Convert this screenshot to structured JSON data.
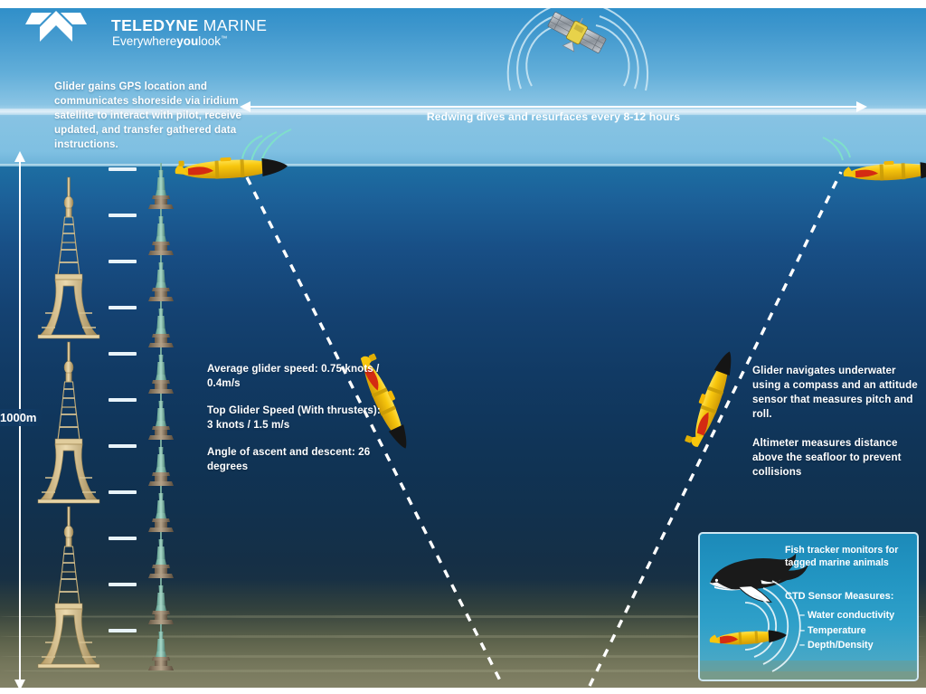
{
  "brand": {
    "logo_icon": "teledyne-chevron-logo",
    "name_part1": "TELEDYNE",
    "name_part2": " MARINE",
    "tagline_1": "Everywhere",
    "tagline_2": "you",
    "tagline_3": "look",
    "tagline_tm": "™"
  },
  "annotations": {
    "gps_text": "Glider gains GPS location and communicates shoreside via iridium satellite to interact with pilot, receive updated, and transfer gathered data instructions.",
    "cycle_label": "Redwing dives and resurfaces every 8-12 hours",
    "depth_label": "1000m",
    "speed_avg": "Average glider speed: 0.75 knots / 0.4m/s",
    "speed_top": "Top Glider Speed (With thrusters): 3 knots / 1.5 m/s",
    "angle": "Angle of ascent and descent: 26 degrees",
    "nav_text": "Glider navigates underwater using a compass and an attitude sensor that measures pitch and roll.",
    "altimeter_text": "Altimeter measures distance above the seafloor to prevent collisions"
  },
  "inset": {
    "fish_tracker": "Fish tracker monitors for tagged marine animals",
    "ctd_heading": "CTD Sensor Measures:",
    "ctd_items": [
      "– Water conductivity",
      "– Temperature",
      "– Depth/Density"
    ],
    "whale_icon": "humpback-whale-icon",
    "glider_icon": "glider-icon",
    "signal_icon": "acoustic-signal-icon"
  },
  "scene": {
    "satellite_icon": "satellite-icon",
    "satellite_signal_icon": "satellite-signal-icon",
    "glider_surface_left_icon": "glider-surfaced-icon",
    "glider_surface_right_icon": "glider-surfaced-icon",
    "glider_descending_icon": "glider-descending-icon",
    "glider_ascending_icon": "glider-ascending-icon",
    "eiffel_tower_icon": "eiffel-tower-icon",
    "statue_of_liberty_icon": "statue-of-liberty-icon",
    "eiffel_tower_count": 3,
    "statue_count": 11,
    "tick_count": 11,
    "dive_path_icon": "dashed-dive-path"
  },
  "colors": {
    "sky_top": "#2f8fc9",
    "sky_bottom": "#7fc0e2",
    "sea_top": "#1d6fa3",
    "sea_deep": "#103457",
    "seafloor": "#84836 7",
    "glider_body": "#f5c40b",
    "glider_nose": "#1a1a1a",
    "glider_stripe": "#d42b12",
    "text": "#ffffff",
    "inset_border": "#cfe7f3",
    "inset_water": "#2295c2"
  }
}
